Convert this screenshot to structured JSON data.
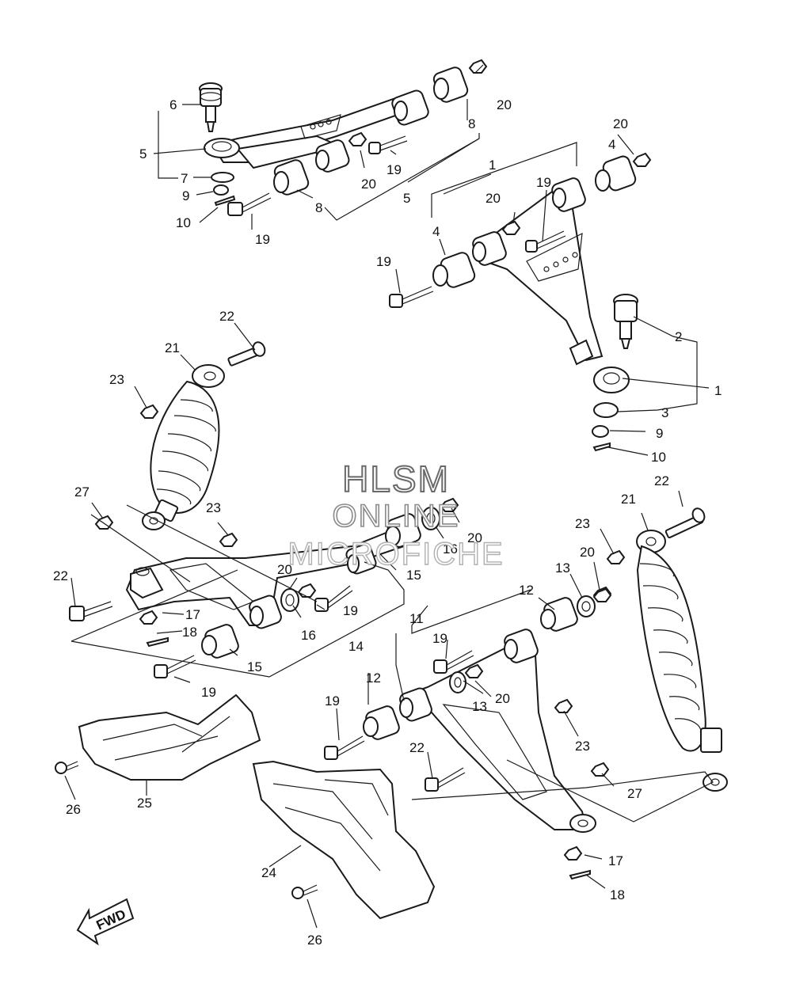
{
  "watermark": {
    "line1": "HLSM",
    "line2": "ONLINE",
    "line3": "MICROFICHE"
  },
  "fwd_label": "FWD",
  "callouts": {
    "c1a": "1",
    "c1b": "1",
    "c2": "2",
    "c3": "3",
    "c4a": "4",
    "c4b": "4",
    "c5a": "5",
    "c5b": "5",
    "c6": "6",
    "c7": "7",
    "c8a": "8",
    "c8b": "8",
    "c9a": "9",
    "c9b": "9",
    "c10a": "10",
    "c10b": "10",
    "c11": "11",
    "c12a": "12",
    "c12b": "12",
    "c13a": "13",
    "c13b": "13",
    "c14": "14",
    "c15a": "15",
    "c15b": "15",
    "c16a": "16",
    "c16b": "16",
    "c17a": "17",
    "c17b": "17",
    "c18a": "18",
    "c18b": "18",
    "c19a": "19",
    "c19b": "19",
    "c19c": "19",
    "c19d": "19",
    "c19e": "19",
    "c19f": "19",
    "c19g": "19",
    "c20a": "20",
    "c20b": "20",
    "c20c": "20",
    "c20d": "20",
    "c20e": "20",
    "c20f": "20",
    "c20g": "20",
    "c20h": "20",
    "c21a": "21",
    "c21b": "21",
    "c22a": "22",
    "c22b": "22",
    "c22c": "22",
    "c22d": "22",
    "c23a": "23",
    "c23b": "23",
    "c23c": "23",
    "c23d": "23",
    "c24": "24",
    "c25": "25",
    "c26a": "26",
    "c26b": "26",
    "c27a": "27",
    "c27b": "27"
  }
}
